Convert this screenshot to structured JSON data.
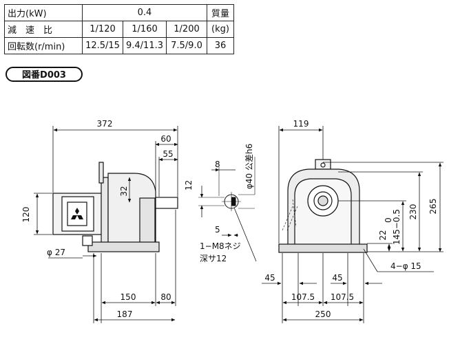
{
  "spec_table": {
    "rows": [
      {
        "label": "出力(kW)",
        "cells": [
          "0.4"
        ],
        "extra": "質量"
      },
      {
        "label": "減　速　比",
        "cells": [
          "1/120",
          "1/160",
          "1/200"
        ],
        "extra": "(kg)"
      },
      {
        "label": "回転数(r/min)",
        "cells": [
          "12.5/15",
          "9.4/11.3",
          "7.5/9.0"
        ],
        "extra": "36"
      }
    ]
  },
  "drawing_badge": "図番D003",
  "dims": {
    "d372": "372",
    "d60": "60",
    "d55": "55",
    "d32": "32",
    "d120": "120",
    "d27": "φ 27",
    "d150": "150",
    "d80": "80",
    "d187": "187",
    "d8": "8",
    "d12": "12",
    "d5": "5",
    "shaft": "φ40 公差h6",
    "tap1": "1−M8ネジ",
    "tap2": "深サ12",
    "d119": "119",
    "d265": "265",
    "d230": "230",
    "d145": "145−0.5",
    "d0": "0",
    "d22": "22",
    "d15": "4−φ 15",
    "d45a": "45",
    "d45b": "45",
    "d1075a": "107.5",
    "d1075b": "107.5",
    "d250": "250"
  }
}
